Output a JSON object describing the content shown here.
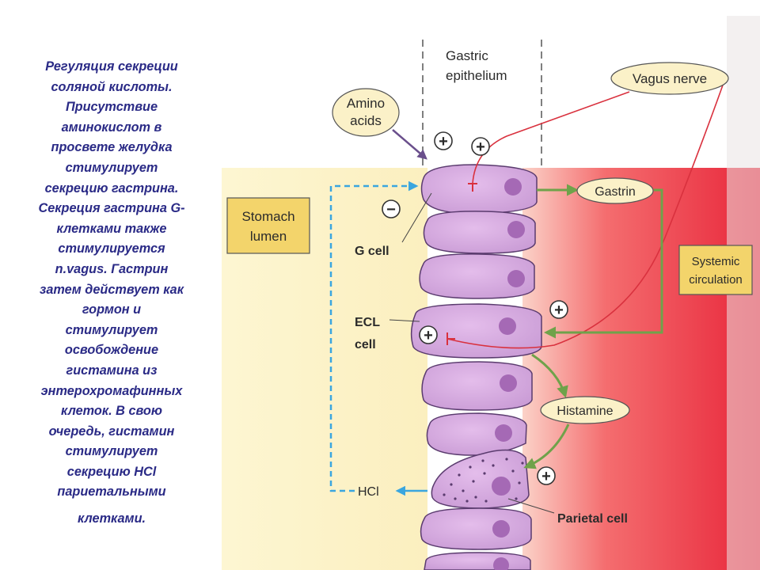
{
  "caption": {
    "lines": [
      "Регуляция секреции",
      "соляной кислоты.",
      "Присутствие",
      "аминокислот в",
      "просвете желудка",
      "стимулирует",
      "секрецию гастрина.",
      "Секреция гастрина G-",
      "клетками также",
      "стимулируется",
      "n.vagus. Гастрин",
      "затем действует как",
      "гормон и",
      "стимулирует",
      "освобождение",
      "гистамина из",
      "энтерохромафинных",
      "клеток. В свою",
      "очередь, гистамин",
      "стимулирует",
      "секрецию HCl",
      "париетальными",
      "клетками."
    ]
  },
  "diagram": {
    "labels": {
      "gastric_epithelium_line1": "Gastric",
      "gastric_epithelium_line2": "epithelium",
      "amino_line1": "Amino",
      "amino_line2": "acids",
      "vagus_nerve": "Vagus nerve",
      "gastrin": "Gastrin",
      "stomach_lumen_line1": "Stomach",
      "stomach_lumen_line2": "lumen",
      "systemic_line1": "Systemic",
      "systemic_line2": "circulation",
      "g_cell": "G cell",
      "ecl_line1": "ECL",
      "ecl_line2": "cell",
      "histamine": "Histamine",
      "hcl": "HCl",
      "parietal_cell": "Parietal cell"
    },
    "signs": {
      "plus": "+",
      "minus": "−"
    },
    "colors": {
      "caption_text": "#2a2a86",
      "lumen_fill": "#fdf4c9",
      "circulation_red": "#e8343f",
      "cell_fill": "#d9aee3",
      "cell_stroke": "#5a3b6e",
      "nucleus": "#a569b5",
      "label_box_fill": "#f3d46b",
      "oval_fill": "#fbf1c8",
      "green_arrow": "#6fa24a",
      "blue_arrow": "#3aa6df",
      "nerve_red": "#d9313e"
    }
  }
}
